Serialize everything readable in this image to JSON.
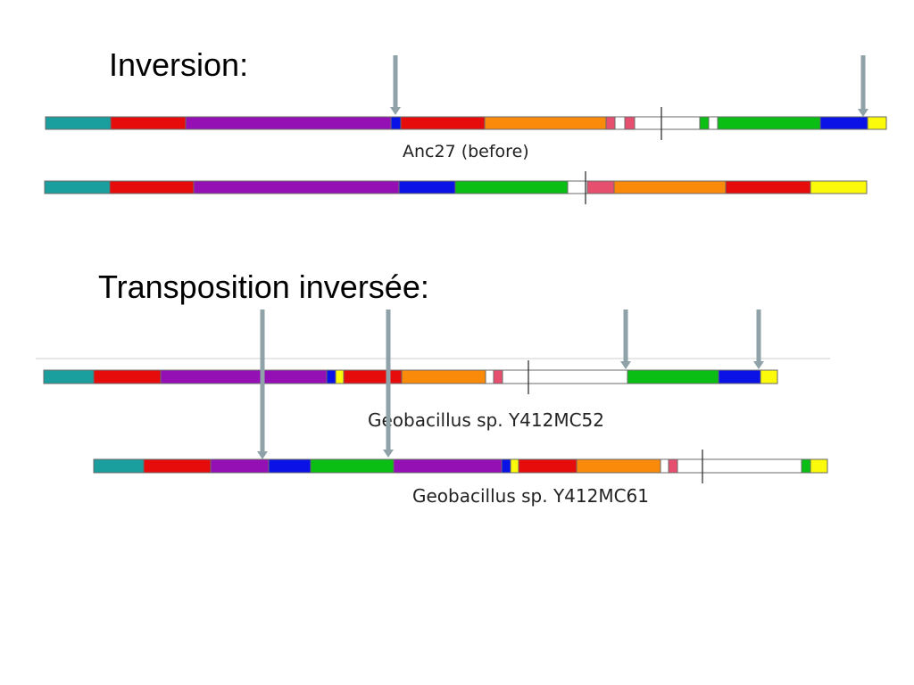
{
  "slide": {
    "inversion_title": "Inversion:",
    "transposition_title": "Transposition inversée:"
  },
  "colors": {
    "teal": "#1a9e9e",
    "red": "#e60c0c",
    "purple": "#9410b4",
    "blue": "#0a12e6",
    "orange": "#fa8a0a",
    "pink": "#e6506e",
    "white": "#ffffff",
    "green": "#0abe14",
    "yellow": "#fafa0a",
    "arrow": "#8ea2a8",
    "separator": "#cfcfcf"
  },
  "genomes": [
    {
      "id": "anc27-before",
      "label": "Anc27 (before)",
      "segments": [
        "teal",
        "red",
        "purple",
        "blue",
        "red",
        "orange",
        "pink",
        "white",
        "pink",
        "white",
        "green",
        "white",
        "green",
        "blue",
        "yellow"
      ]
    },
    {
      "id": "anc27-after",
      "label": "",
      "segments": [
        "teal",
        "red",
        "purple",
        "blue",
        "green",
        "white",
        "pink",
        "orange",
        "red",
        "yellow"
      ]
    },
    {
      "id": "geobacillus-y412mc52",
      "label": "Geobacillus sp. Y412MC52",
      "segments": [
        "teal",
        "red",
        "purple",
        "blue",
        "yellow",
        "red",
        "orange",
        "white",
        "pink",
        "white",
        "green",
        "blue",
        "yellow"
      ]
    },
    {
      "id": "geobacillus-y412mc61",
      "label": "Geobacillus sp. Y412MC61",
      "segments": [
        "teal",
        "red",
        "purple",
        "blue",
        "green",
        "purple",
        "blue",
        "yellow",
        "red",
        "orange",
        "white",
        "pink",
        "white",
        "green",
        "yellow"
      ]
    }
  ]
}
